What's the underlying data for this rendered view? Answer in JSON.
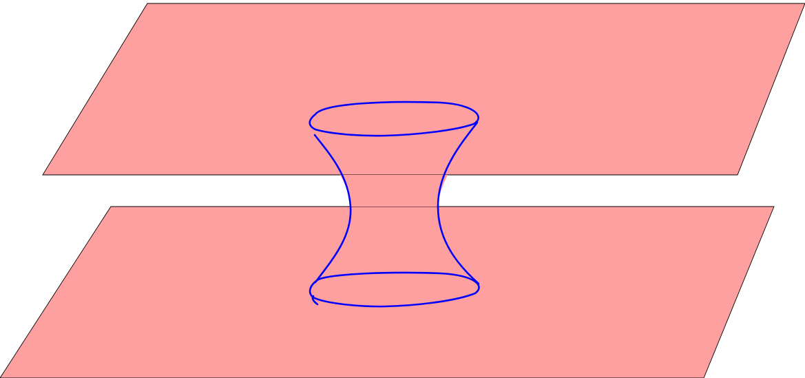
{
  "figure": {
    "type": "wormhole-diagram",
    "description_labels": [],
    "colors": {
      "plane_fill": "#ffa0a0",
      "plane_stroke": "#000000",
      "wormhole_stroke": "#0000ff",
      "background": "#ffffff"
    },
    "elements": {
      "upper_plane": "upper-plane",
      "lower_plane": "lower-plane",
      "wormhole": "wormhole-tube"
    }
  }
}
